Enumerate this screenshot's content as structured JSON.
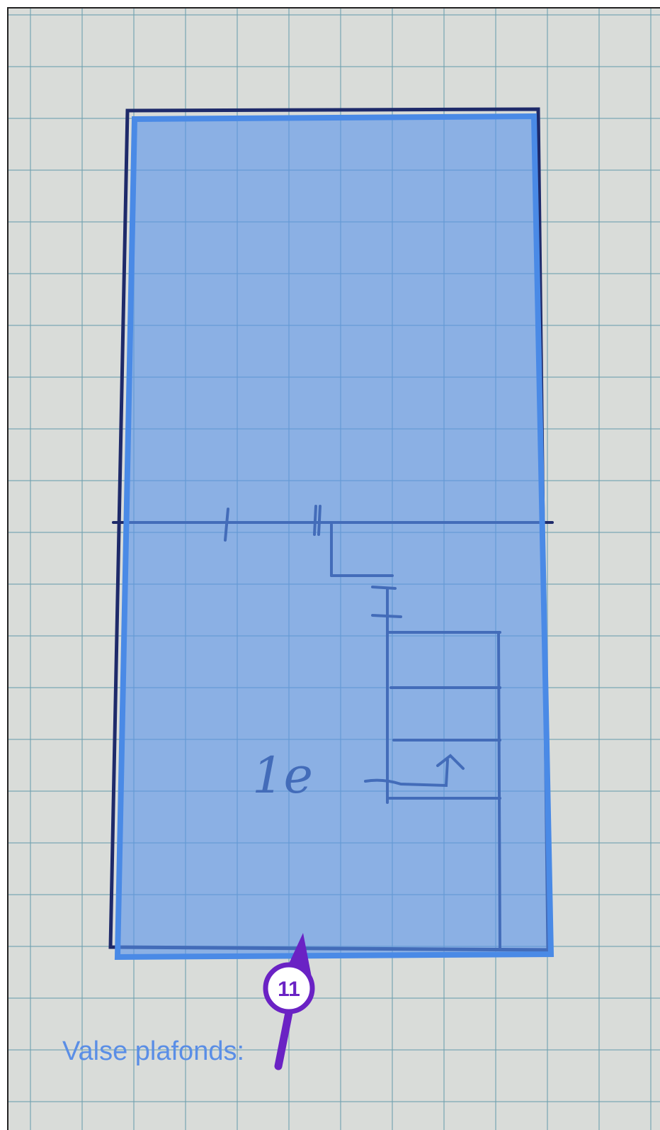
{
  "annotation": {
    "number": "11",
    "caption": "Valse plafonds:",
    "handwritten_label": "1e"
  },
  "colors": {
    "paper": "#d9dcd9",
    "grid_line": "#6ea0af",
    "ink": "#1e2a6a",
    "overlay_fill": "#5b95ea",
    "overlay_stroke": "#4a8ae6",
    "marker": "#6a22c4",
    "caption": "#5a8ee6"
  },
  "icons": {
    "marker": "numbered-marker-icon",
    "pointer": "arrow-up-icon"
  }
}
